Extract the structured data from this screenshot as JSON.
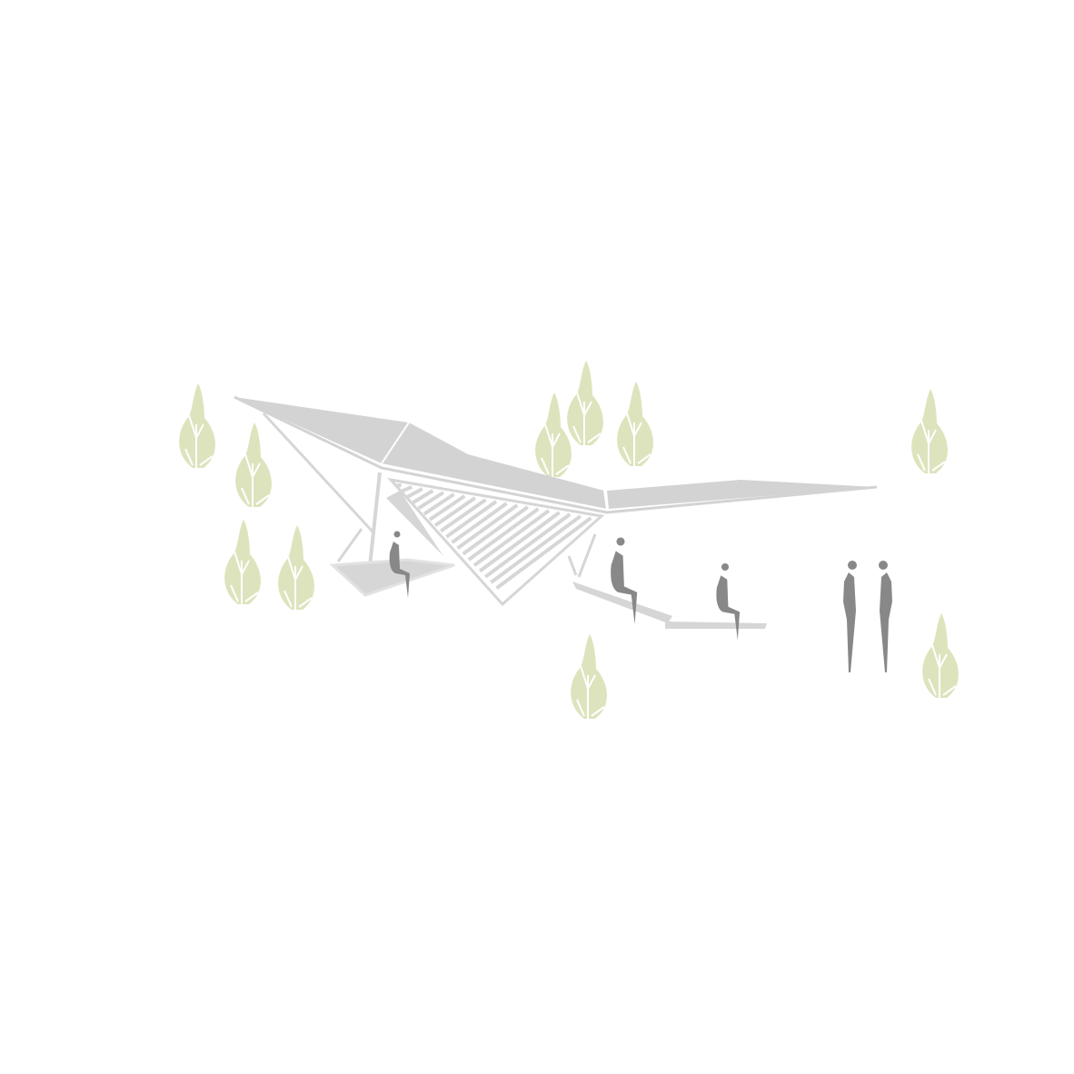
{
  "colors": {
    "background": "#ffffff",
    "roof": "#d3d3d3",
    "structure": "#d6d6d6",
    "tree": "#dde4bd",
    "tree_line": "#ffffff",
    "people": "#888888"
  },
  "scene": {
    "subject": "pavilion",
    "tree_count": 10,
    "people_count": 5
  }
}
